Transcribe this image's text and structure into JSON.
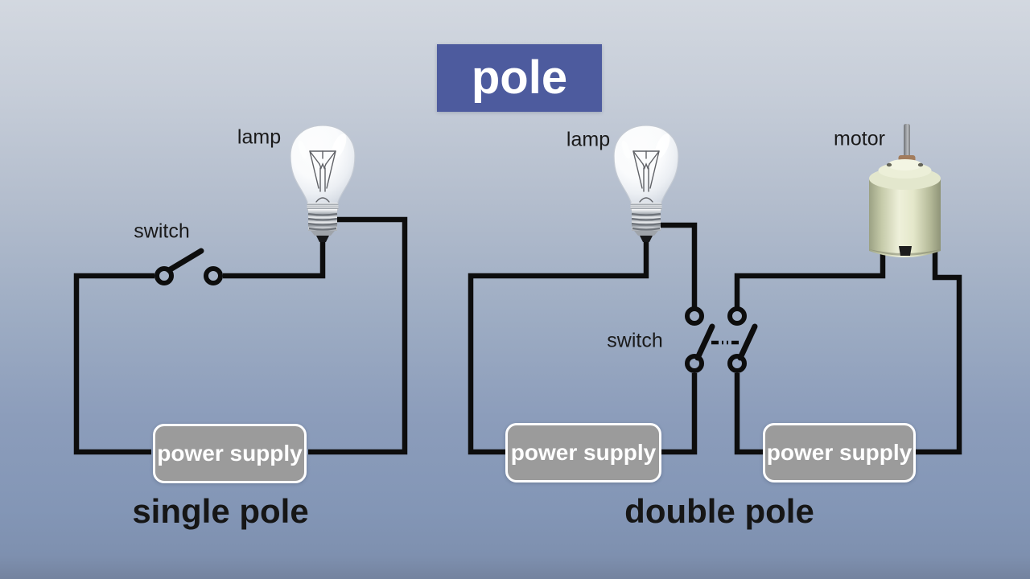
{
  "title": {
    "label": "pole"
  },
  "circuits": {
    "single": {
      "caption": "single pole",
      "lamp_label": "lamp",
      "switch_label": "switch",
      "power_supply": "power supply"
    },
    "double": {
      "caption": "double pole",
      "lamp_label": "lamp",
      "motor_label": "motor",
      "switch_label": "switch",
      "power_supply_left": "power supply",
      "power_supply_right": "power supply"
    }
  },
  "colors": {
    "title_bg": "#4d5b9e",
    "title_text": "#ffffff",
    "wire": "#0d0d0d",
    "power_supply_bg": "#9b9b9b",
    "power_supply_border": "#ffffff",
    "power_supply_text": "#ffffff",
    "caption_text": "#161616",
    "label_text": "#1a1a1a"
  }
}
